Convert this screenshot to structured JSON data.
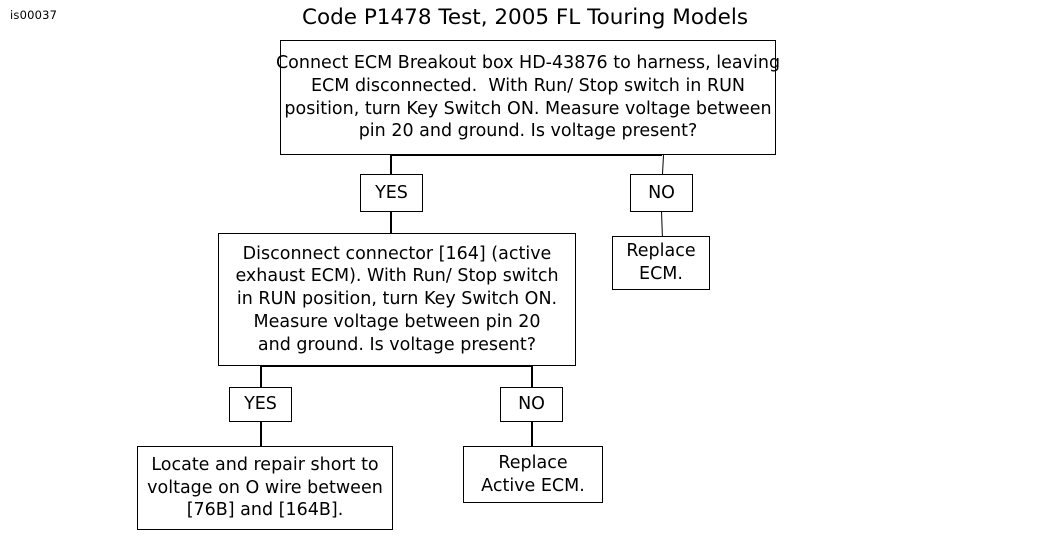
{
  "figure": {
    "id_label": "is00037",
    "title": "Code P1478 Test, 2005 FL Touring Models"
  },
  "chart_data": {
    "type": "diagram",
    "diagram_kind": "flowchart",
    "title": "Code P1478 Test, 2005 FL Touring Models",
    "figure_id": "is00037",
    "nodes": [
      {
        "id": "q1",
        "kind": "decision",
        "text": "Connect ECM Breakout box HD-43876 to harness, leaving\nECM disconnected.  With Run/ Stop switch in RUN\nposition, turn Key Switch ON. Measure voltage between\npin 20 and ground. Is voltage present?"
      },
      {
        "id": "q1_yes",
        "kind": "label",
        "text": "YES"
      },
      {
        "id": "q1_no",
        "kind": "label",
        "text": "NO"
      },
      {
        "id": "a1",
        "kind": "action",
        "text": "Replace\nECM."
      },
      {
        "id": "q2",
        "kind": "decision",
        "text": "Disconnect connector [164] (active\nexhaust ECM). With Run/ Stop switch\nin RUN position, turn Key Switch ON.\nMeasure voltage between pin 20\nand ground. Is voltage present?"
      },
      {
        "id": "q2_yes",
        "kind": "label",
        "text": "YES"
      },
      {
        "id": "q2_no",
        "kind": "label",
        "text": "NO"
      },
      {
        "id": "a2",
        "kind": "action",
        "text": "Locate and repair short to\nvoltage on O wire between\n[76B] and [164B]."
      },
      {
        "id": "a3",
        "kind": "action",
        "text": "Replace\nActive ECM."
      }
    ],
    "edges": [
      {
        "from": "q1",
        "to": "q1_yes"
      },
      {
        "from": "q1_yes",
        "to": "q2"
      },
      {
        "from": "q1",
        "to": "q1_no"
      },
      {
        "from": "q1_no",
        "to": "a1"
      },
      {
        "from": "q2",
        "to": "q2_yes"
      },
      {
        "from": "q2_yes",
        "to": "a2"
      },
      {
        "from": "q2",
        "to": "q2_no"
      },
      {
        "from": "q2_no",
        "to": "a3"
      }
    ]
  },
  "nodes": {
    "q1": {
      "text": "Connect ECM Breakout box HD-43876 to harness, leaving\nECM disconnected.  With Run/ Stop switch in RUN\nposition, turn Key Switch ON. Measure voltage between\npin 20 and ground. Is voltage present?"
    },
    "q1_yes": {
      "text": "YES"
    },
    "q1_no": {
      "text": "NO"
    },
    "a1": {
      "text": "Replace\nECM."
    },
    "q2": {
      "text": "Disconnect connector [164] (active\nexhaust ECM). With Run/ Stop switch\nin RUN position, turn Key Switch ON.\nMeasure voltage between pin 20\nand ground. Is voltage present?"
    },
    "q2_yes": {
      "text": "YES"
    },
    "q2_no": {
      "text": "NO"
    },
    "a2": {
      "text": "Locate and repair short to\nvoltage on O wire between\n[76B] and [164B]."
    },
    "a3": {
      "text": "Replace\nActive ECM."
    }
  },
  "colors": {
    "background": "#ffffff",
    "stroke": "#000000",
    "text": "#000000"
  }
}
